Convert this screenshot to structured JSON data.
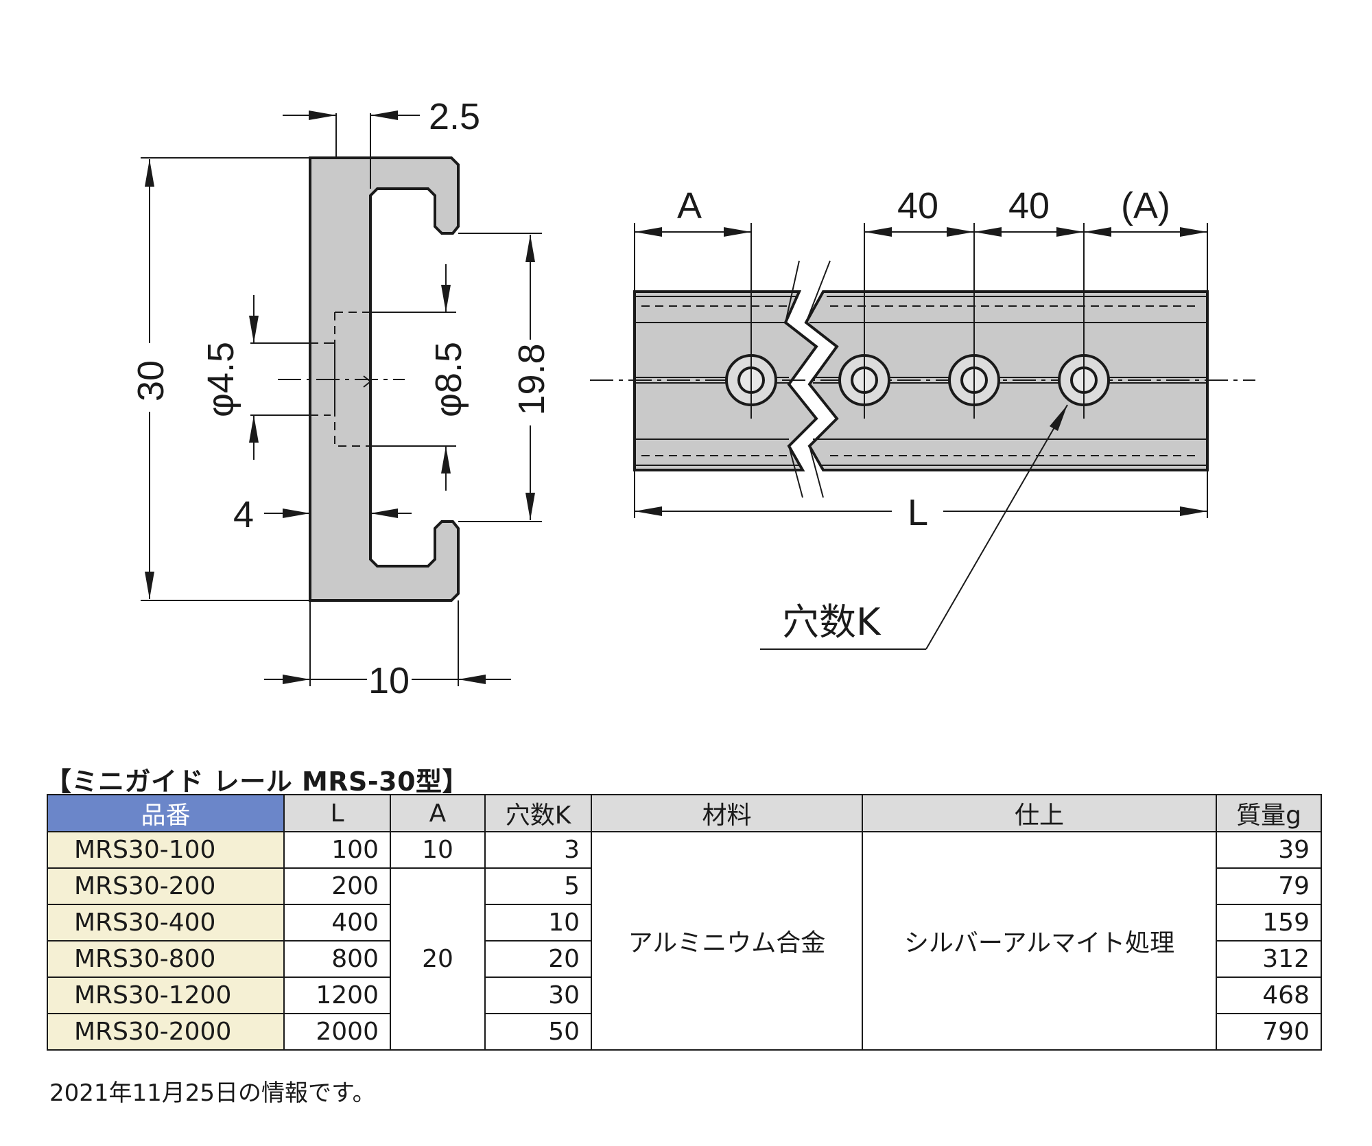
{
  "drawing": {
    "labels": {
      "dim_2_5": "2.5",
      "dim_30": "30",
      "dim_phi_4_5": "φ4.5",
      "dim_phi_8_5": "φ8.5",
      "dim_19_8": "19.8",
      "dim_4": "4",
      "dim_10": "10",
      "dim_A": "A",
      "dim_40_first": "40",
      "dim_40_second": "40",
      "dim_A_paren": "(A)",
      "dim_L": "L",
      "hole_count": "穴数K"
    }
  },
  "table": {
    "title": "【ミニガイド レール MRS-30型】",
    "headers": {
      "model": "品番",
      "length": "L",
      "a": "A",
      "holes": "穴数K",
      "material": "材料",
      "finish": "仕上",
      "mass": "質量g"
    },
    "rows": [
      {
        "model": "MRS30-100",
        "length": "100",
        "holes": "3",
        "mass": "39"
      },
      {
        "model": "MRS30-200",
        "length": "200",
        "holes": "5",
        "mass": "79"
      },
      {
        "model": "MRS30-400",
        "length": "400",
        "holes": "10",
        "mass": "159"
      },
      {
        "model": "MRS30-800",
        "length": "800",
        "holes": "20",
        "mass": "312"
      },
      {
        "model": "MRS30-1200",
        "length": "1200",
        "holes": "30",
        "mass": "468"
      },
      {
        "model": "MRS30-2000",
        "length": "2000",
        "holes": "50",
        "mass": "790"
      }
    ],
    "a_first": "10",
    "a_rest": "20",
    "material": "アルミニウム合金",
    "finish": "シルバーアルマイト処理"
  },
  "footnote": "2021年11月25日の情報です。",
  "colors": {
    "part_fill": "#c9c9c9",
    "header_bg": "#dcdcdc",
    "key_header_bg": "#6b86c9",
    "model_cell_bg": "#f5f0d4"
  }
}
